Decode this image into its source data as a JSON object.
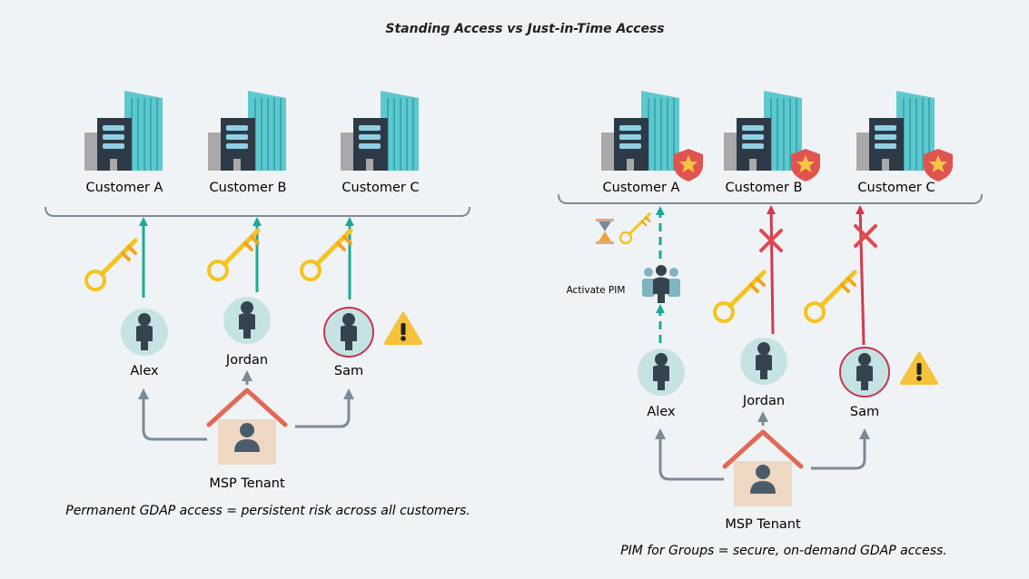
{
  "title": "Standing Access vs Just-in-Time Access",
  "left": {
    "customers": [
      "Customer A",
      "Customer B",
      "Customer C"
    ],
    "users": [
      "Alex",
      "Jordan",
      "Sam"
    ],
    "tenant_label": "MSP Tenant",
    "caption": "Permanent GDAP access = persistent risk across all customers."
  },
  "right": {
    "customers": [
      "Customer A",
      "Customer B",
      "Customer C"
    ],
    "users": [
      "Alex",
      "Jordan",
      "Sam"
    ],
    "pim_label": "Activate PIM",
    "tenant_label": "MSP Tenant",
    "caption": "PIM for Groups = secure, on-demand GDAP access."
  },
  "colors": {
    "teal": "#1fa89a",
    "red": "#d23b4d",
    "building_teal": "#5ec8cf",
    "building_dark": "#2d3a45",
    "key": "#f5c31f",
    "avatar_bg": "#c6e3e4",
    "person": "#34434f",
    "warning": "#f6c23a",
    "house_roof": "#e06a56",
    "house_body": "#eed8c4",
    "arrow_grey": "#7c8a97",
    "bracket": "#7d8b98",
    "shield": "#e0544f"
  },
  "icons": [
    "building-icon",
    "key-icon",
    "avatar-icon",
    "warning-icon",
    "house-icon",
    "hourglass-icon",
    "group-icon",
    "shield-star-icon",
    "cross-icon"
  ]
}
